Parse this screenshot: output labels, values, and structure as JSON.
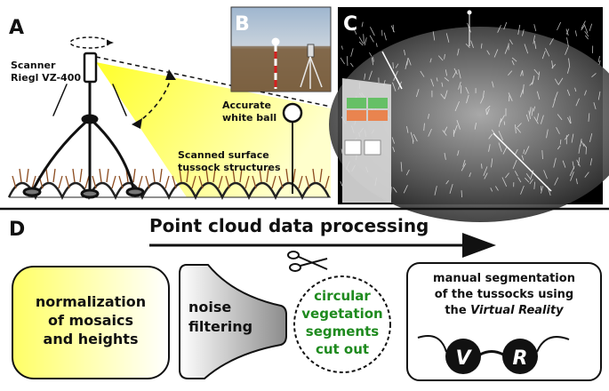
{
  "panel_a": {
    "letter": "A",
    "scanner_line1": "Scanner",
    "scanner_line2": "Riegl VZ-400",
    "ball_line1": "Accurate",
    "ball_line2": "white ball",
    "surface_line1": "Scanned surface",
    "surface_line2": "tussock structures"
  },
  "panel_b": {
    "letter": "B"
  },
  "panel_c": {
    "letter": "C"
  },
  "panel_d": {
    "letter": "D",
    "title": "Point cloud data processing",
    "box1_line1": "normalization",
    "box1_line2": "of mosaics",
    "box1_line3": "and heights",
    "noise_line1": "noise",
    "noise_line2": "filtering",
    "circ_line1": "circular",
    "circ_line2": "vegetation",
    "circ_line3": "segments",
    "circ_line4": "cut out",
    "vr_line1": "manual segmentation",
    "vr_line2": "of the tussocks using",
    "vr_line3_prefix": "the ",
    "vr_line3_italic": "Virtual Reality",
    "vr_glasses_left": "V",
    "vr_glasses_right": "R"
  },
  "colors": {
    "yellow": "#ffff33",
    "green_text": "#1e8a1e",
    "grass_brown": "#8b4a1e",
    "pole_red": "#d62020"
  },
  "icons": [
    "rotation-arrow-icon",
    "double-arrow-icon",
    "scissors-icon",
    "vr-glasses-icon",
    "arrow-right-icon"
  ]
}
